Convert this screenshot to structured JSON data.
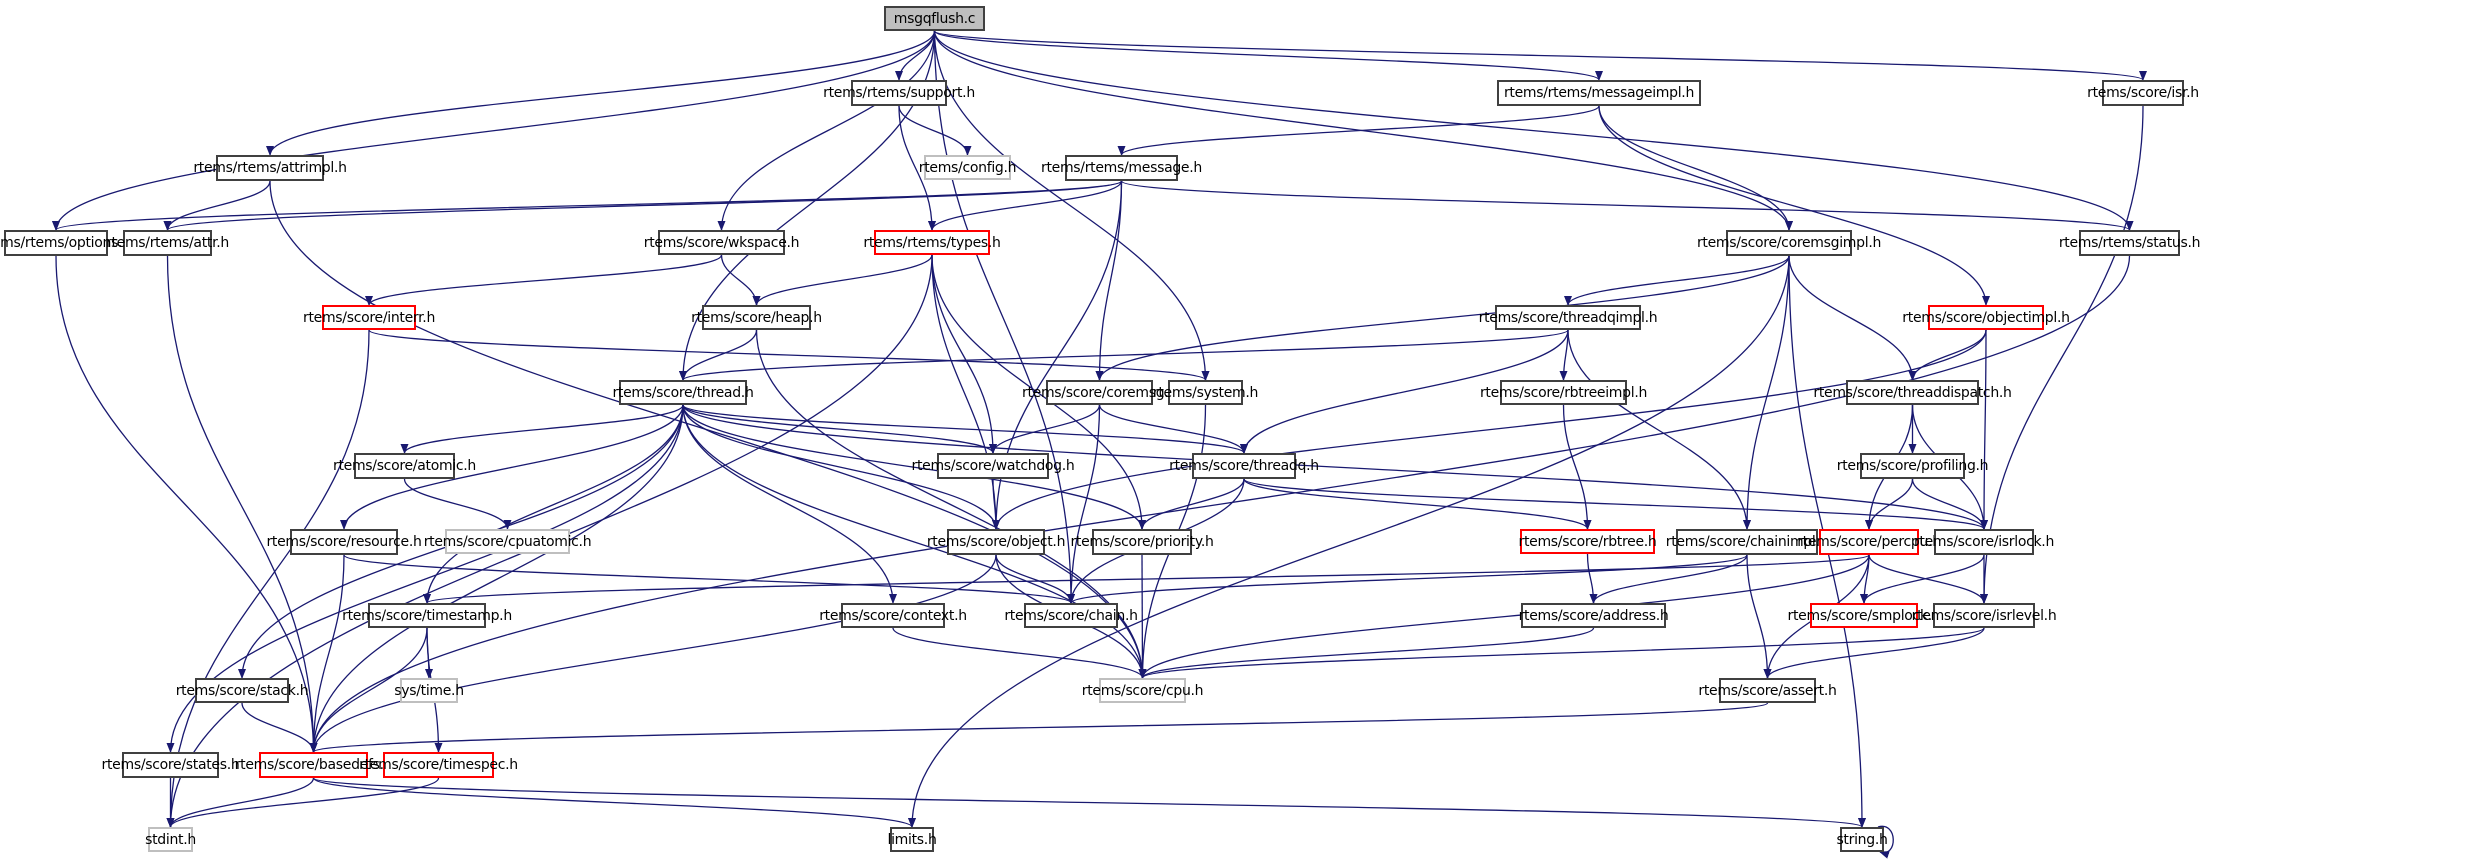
{
  "graph": {
    "title": "msgqflush.c",
    "edge_color": "#191970",
    "legend": {
      "root_fill": "#bfbfbf",
      "documented_border": "#404040",
      "external_border": "#bfbfbf",
      "truncated_border": "#ff0000"
    },
    "nodes": [
      {
        "id": "msgqflush",
        "label": "msgqflush.c",
        "kind": "root"
      },
      {
        "id": "support",
        "label": "rtems/rtems/support.h",
        "kind": "normal"
      },
      {
        "id": "config",
        "label": "rtems/config.h",
        "kind": "ext"
      },
      {
        "id": "messageimpl",
        "label": "rtems/rtems/messageimpl.h",
        "kind": "normal"
      },
      {
        "id": "isr",
        "label": "rtems/score/isr.h",
        "kind": "normal"
      },
      {
        "id": "attrimpl",
        "label": "rtems/rtems/attrimpl.h",
        "kind": "normal"
      },
      {
        "id": "message",
        "label": "rtems/rtems/message.h",
        "kind": "normal"
      },
      {
        "id": "options",
        "label": "rtems/rtems/options.h",
        "kind": "normal"
      },
      {
        "id": "attr",
        "label": "rtems/rtems/attr.h",
        "kind": "normal"
      },
      {
        "id": "wkspace",
        "label": "rtems/score/wkspace.h",
        "kind": "normal"
      },
      {
        "id": "types",
        "label": "rtems/rtems/types.h",
        "kind": "trunc"
      },
      {
        "id": "coremsgimpl",
        "label": "rtems/score/coremsgimpl.h",
        "kind": "normal"
      },
      {
        "id": "status",
        "label": "rtems/rtems/status.h",
        "kind": "normal"
      },
      {
        "id": "interr",
        "label": "rtems/score/interr.h",
        "kind": "trunc"
      },
      {
        "id": "heap",
        "label": "rtems/score/heap.h",
        "kind": "normal"
      },
      {
        "id": "thread",
        "label": "rtems/score/thread.h",
        "kind": "normal"
      },
      {
        "id": "threadqimpl",
        "label": "rtems/score/threadqimpl.h",
        "kind": "normal"
      },
      {
        "id": "objectimpl",
        "label": "rtems/score/objectimpl.h",
        "kind": "trunc"
      },
      {
        "id": "coremsg",
        "label": "rtems/score/coremsg.h",
        "kind": "normal"
      },
      {
        "id": "system",
        "label": "rtems/system.h",
        "kind": "normal"
      },
      {
        "id": "rbtreeimpl",
        "label": "rtems/score/rbtreeimpl.h",
        "kind": "normal"
      },
      {
        "id": "threaddispatch",
        "label": "rtems/score/threaddispatch.h",
        "kind": "normal"
      },
      {
        "id": "atomic",
        "label": "rtems/score/atomic.h",
        "kind": "normal"
      },
      {
        "id": "watchdog",
        "label": "rtems/score/watchdog.h",
        "kind": "normal"
      },
      {
        "id": "threadq",
        "label": "rtems/score/threadq.h",
        "kind": "normal"
      },
      {
        "id": "profiling",
        "label": "rtems/score/profiling.h",
        "kind": "normal"
      },
      {
        "id": "cpuatomic",
        "label": "rtems/score/cpuatomic.h",
        "kind": "ext"
      },
      {
        "id": "resource",
        "label": "rtems/score/resource.h",
        "kind": "normal"
      },
      {
        "id": "object",
        "label": "rtems/score/object.h",
        "kind": "normal"
      },
      {
        "id": "priority",
        "label": "rtems/score/priority.h",
        "kind": "normal"
      },
      {
        "id": "rbtree",
        "label": "rtems/score/rbtree.h",
        "kind": "trunc"
      },
      {
        "id": "chainimpl",
        "label": "rtems/score/chainimpl.h",
        "kind": "normal"
      },
      {
        "id": "percpu",
        "label": "rtems/score/percpu.h",
        "kind": "trunc"
      },
      {
        "id": "isrlock",
        "label": "rtems/score/isrlock.h",
        "kind": "normal"
      },
      {
        "id": "timestamp",
        "label": "rtems/score/timestamp.h",
        "kind": "normal"
      },
      {
        "id": "context",
        "label": "rtems/score/context.h",
        "kind": "normal"
      },
      {
        "id": "chain",
        "label": "rtems/score/chain.h",
        "kind": "normal"
      },
      {
        "id": "address",
        "label": "rtems/score/address.h",
        "kind": "normal"
      },
      {
        "id": "smplock",
        "label": "rtems/score/smplock.h",
        "kind": "trunc"
      },
      {
        "id": "isrlevel",
        "label": "rtems/score/isrlevel.h",
        "kind": "normal"
      },
      {
        "id": "stack",
        "label": "rtems/score/stack.h",
        "kind": "normal"
      },
      {
        "id": "systime",
        "label": "sys/time.h",
        "kind": "ext"
      },
      {
        "id": "cpu",
        "label": "rtems/score/cpu.h",
        "kind": "ext"
      },
      {
        "id": "assert",
        "label": "rtems/score/assert.h",
        "kind": "normal"
      },
      {
        "id": "states",
        "label": "rtems/score/states.h",
        "kind": "normal"
      },
      {
        "id": "basedefs",
        "label": "rtems/score/basedefs.h",
        "kind": "trunc"
      },
      {
        "id": "timespec",
        "label": "rtems/score/timespec.h",
        "kind": "trunc"
      },
      {
        "id": "stdint",
        "label": "stdint.h",
        "kind": "ext"
      },
      {
        "id": "limits",
        "label": "limits.h",
        "kind": "normal"
      },
      {
        "id": "string",
        "label": "string.h",
        "kind": "normal"
      }
    ],
    "edges": [
      [
        "msgqflush",
        "support"
      ],
      [
        "msgqflush",
        "messageimpl"
      ],
      [
        "msgqflush",
        "isr"
      ],
      [
        "msgqflush",
        "attrimpl"
      ],
      [
        "msgqflush",
        "options"
      ],
      [
        "msgqflush",
        "wkspace"
      ],
      [
        "msgqflush",
        "coremsgimpl"
      ],
      [
        "msgqflush",
        "status"
      ],
      [
        "msgqflush",
        "thread"
      ],
      [
        "msgqflush",
        "system"
      ],
      [
        "msgqflush",
        "chain"
      ],
      [
        "support",
        "config"
      ],
      [
        "support",
        "types"
      ],
      [
        "messageimpl",
        "message"
      ],
      [
        "messageimpl",
        "coremsgimpl"
      ],
      [
        "messageimpl",
        "objectimpl"
      ],
      [
        "isr",
        "isrlevel"
      ],
      [
        "attrimpl",
        "attr"
      ],
      [
        "attrimpl",
        "cpu"
      ],
      [
        "message",
        "options"
      ],
      [
        "message",
        "attr"
      ],
      [
        "message",
        "types"
      ],
      [
        "message",
        "status"
      ],
      [
        "message",
        "coremsg"
      ],
      [
        "message",
        "object"
      ],
      [
        "options",
        "basedefs"
      ],
      [
        "attr",
        "basedefs"
      ],
      [
        "wkspace",
        "heap"
      ],
      [
        "wkspace",
        "interr"
      ],
      [
        "types",
        "heap"
      ],
      [
        "types",
        "object"
      ],
      [
        "types",
        "priority"
      ],
      [
        "types",
        "watchdog"
      ],
      [
        "types",
        "stdint"
      ],
      [
        "coremsgimpl",
        "coremsg"
      ],
      [
        "coremsgimpl",
        "threadqimpl"
      ],
      [
        "coremsgimpl",
        "chainimpl"
      ],
      [
        "coremsgimpl",
        "threaddispatch"
      ],
      [
        "coremsgimpl",
        "limits"
      ],
      [
        "coremsgimpl",
        "string"
      ],
      [
        "status",
        "basedefs"
      ],
      [
        "interr",
        "system"
      ],
      [
        "interr",
        "stdint"
      ],
      [
        "heap",
        "thread"
      ],
      [
        "heap",
        "cpu"
      ],
      [
        "thread",
        "atomic"
      ],
      [
        "thread",
        "resource"
      ],
      [
        "thread",
        "stack"
      ],
      [
        "thread",
        "states"
      ],
      [
        "thread",
        "timestamp"
      ],
      [
        "thread",
        "context"
      ],
      [
        "thread",
        "watchdog"
      ],
      [
        "thread",
        "object"
      ],
      [
        "thread",
        "threadq"
      ],
      [
        "thread",
        "priority"
      ],
      [
        "thread",
        "isrlock"
      ],
      [
        "thread",
        "cpu"
      ],
      [
        "thread",
        "basedefs"
      ],
      [
        "threadqimpl",
        "thread"
      ],
      [
        "threadqimpl",
        "threadq"
      ],
      [
        "threadqimpl",
        "rbtreeimpl"
      ],
      [
        "threadqimpl",
        "chainimpl"
      ],
      [
        "objectimpl",
        "threaddispatch"
      ],
      [
        "objectimpl",
        "isrlock"
      ],
      [
        "objectimpl",
        "object"
      ],
      [
        "coremsg",
        "watchdog"
      ],
      [
        "coremsg",
        "threadq"
      ],
      [
        "coremsg",
        "chain"
      ],
      [
        "system",
        "cpu"
      ],
      [
        "rbtreeimpl",
        "rbtree"
      ],
      [
        "threaddispatch",
        "profiling"
      ],
      [
        "threaddispatch",
        "percpu"
      ],
      [
        "threaddispatch",
        "isrlock"
      ],
      [
        "atomic",
        "cpuatomic"
      ],
      [
        "watchdog",
        "object"
      ],
      [
        "threadq",
        "priority"
      ],
      [
        "threadq",
        "rbtree"
      ],
      [
        "threadq",
        "chain"
      ],
      [
        "threadq",
        "isrlock"
      ],
      [
        "profiling",
        "percpu"
      ],
      [
        "profiling",
        "isrlock"
      ],
      [
        "resource",
        "chain"
      ],
      [
        "resource",
        "basedefs"
      ],
      [
        "object",
        "chain"
      ],
      [
        "object",
        "cpu"
      ],
      [
        "object",
        "basedefs"
      ],
      [
        "priority",
        "cpu"
      ],
      [
        "rbtree",
        "address"
      ],
      [
        "chainimpl",
        "chain"
      ],
      [
        "chainimpl",
        "address"
      ],
      [
        "chainimpl",
        "assert"
      ],
      [
        "percpu",
        "smplock"
      ],
      [
        "percpu",
        "isrlevel"
      ],
      [
        "percpu",
        "assert"
      ],
      [
        "percpu",
        "cpu"
      ],
      [
        "percpu",
        "timestamp"
      ],
      [
        "isrlock",
        "smplock"
      ],
      [
        "isrlock",
        "isrlevel"
      ],
      [
        "timestamp",
        "systime"
      ],
      [
        "timestamp",
        "timespec"
      ],
      [
        "timestamp",
        "basedefs"
      ],
      [
        "context",
        "cpu"
      ],
      [
        "address",
        "cpu"
      ],
      [
        "isrlevel",
        "assert"
      ],
      [
        "isrlevel",
        "cpu"
      ],
      [
        "stack",
        "basedefs"
      ],
      [
        "assert",
        "basedefs"
      ],
      [
        "states",
        "stdint"
      ],
      [
        "basedefs",
        "stdint"
      ],
      [
        "basedefs",
        "limits"
      ],
      [
        "basedefs",
        "string"
      ],
      [
        "timespec",
        "stdint"
      ],
      [
        "string",
        "string"
      ]
    ]
  }
}
